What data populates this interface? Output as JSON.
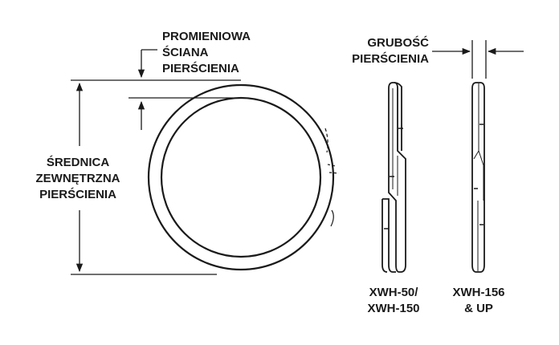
{
  "labels": {
    "radial_wall": [
      "PROMIENIOWA",
      "ŚCIANA",
      "PIERŚCIENIA"
    ],
    "outer_diameter": [
      "ŚREDNICA",
      "ZEWNĘTRZNA",
      "PIERŚCIENIA"
    ],
    "thickness": [
      "GRUBOŚĆ",
      "PIERŚCIENIA"
    ],
    "model_a": [
      "XWH-50/",
      "XWH-150"
    ],
    "model_b": [
      "XWH-156",
      "& UP"
    ]
  },
  "colors": {
    "line": "#1a1a1a",
    "background": "#ffffff"
  }
}
